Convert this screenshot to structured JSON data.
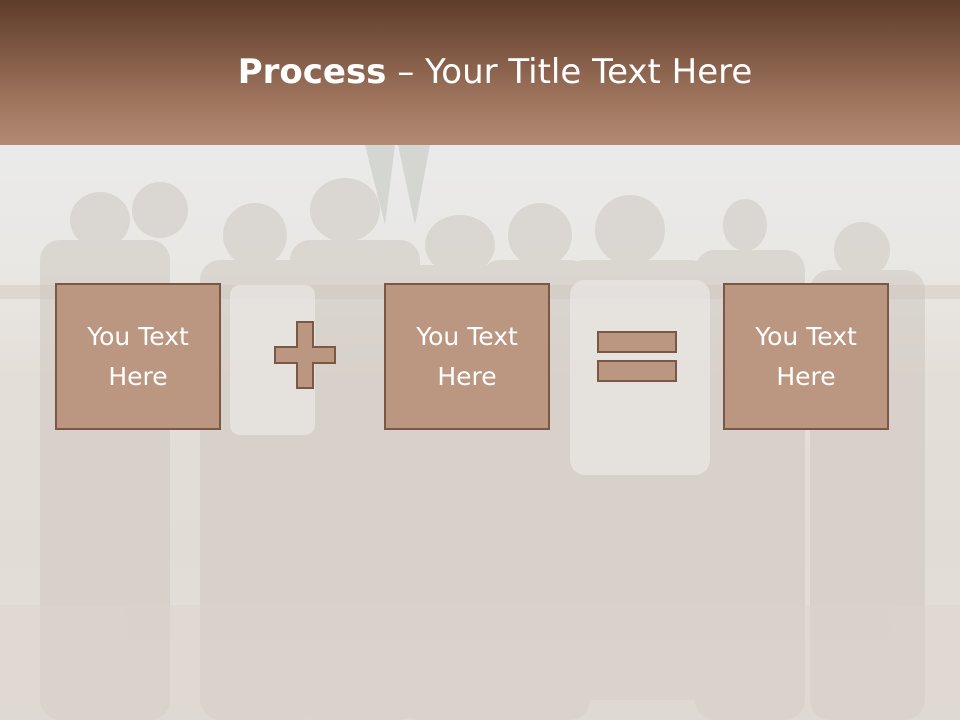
{
  "title": {
    "bold": "Process",
    "rest": " – Your Title Text Here"
  },
  "boxes": [
    {
      "label": "You Text\nHere"
    },
    {
      "label": "You Text\nHere"
    },
    {
      "label": "You Text\nHere"
    }
  ],
  "operators": [
    "plus-icon",
    "equals-icon"
  ],
  "colors": {
    "header_dark": "#5e3d2b",
    "header_light": "#b28a73",
    "box_fill": "#bb9681",
    "box_border": "#7a5845"
  }
}
